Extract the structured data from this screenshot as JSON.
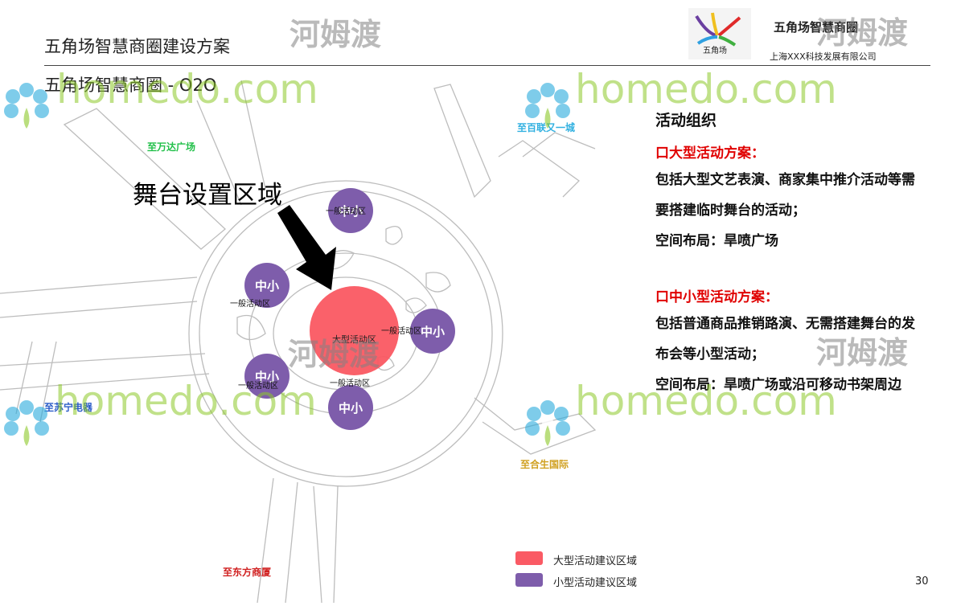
{
  "header": {
    "title": "五角场智慧商圈建设方案",
    "subtitle": "五角场智慧商圈 - O2O",
    "brand_name": "五角场智慧商圈",
    "company": "上海XXX科技发展有限公司",
    "logo_text": "五角场"
  },
  "map": {
    "destinations": [
      {
        "label": "至万达广场",
        "color": "#22c04a"
      },
      {
        "label": "至百联又一城",
        "color": "#30b0e0"
      },
      {
        "label": "至苏宁电器",
        "color": "#2a5cc8"
      },
      {
        "label": "至合生国际",
        "color": "#d0a020"
      },
      {
        "label": "至东方商厦",
        "color": "#d02020"
      }
    ],
    "stage_label": "舞台设置区域",
    "small_zone_text": "中小",
    "large_zone_text": "大型活动区",
    "general_zone_label": "一般活动区"
  },
  "panel": {
    "heading": "活动组织",
    "large_title": "口大型活动方案：",
    "large_desc": "包括大型文艺表演、商家集中推介活动等需要搭建临时舞台的活动；",
    "large_layout": "空间布局：旱喷广场",
    "small_title": "口中小型活动方案：",
    "small_desc": "包括普通商品推销路演、无需搭建舞台的发布会等小型活动；",
    "small_layout": "空间布局：旱喷广场或沿可移动书架周边"
  },
  "legend": [
    {
      "label": "大型活动建议区域",
      "color": "#fa5a64"
    },
    {
      "label": "小型活动建议区域",
      "color": "#7e5dab"
    }
  ],
  "watermark": {
    "latin": "homedo.com",
    "chinese": "河姆渡"
  },
  "page_number": "30"
}
